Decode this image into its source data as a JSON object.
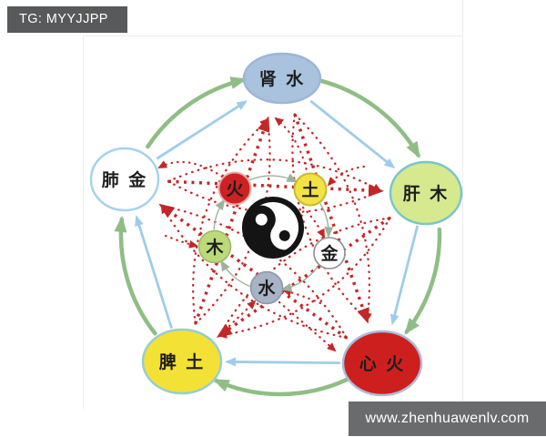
{
  "banners": {
    "tg_label": "TG: MYYJJPP",
    "site_label": "www.zhenhuawenlv.com"
  },
  "diagram": {
    "outer_nodes": [
      {
        "name": "kidney-water",
        "label": "肾 水",
        "fill": "#a9c2de",
        "stroke": "#9cb6d6"
      },
      {
        "name": "lung-metal",
        "label": "肺 金",
        "fill": "#ffffff",
        "stroke": "#a5d3ea"
      },
      {
        "name": "liver-wood",
        "label": "肝 木",
        "fill": "#d6e98e",
        "stroke": "#79c5cc"
      },
      {
        "name": "spleen-earth",
        "label": "脾 土",
        "fill": "#f4e135",
        "stroke": "#95ced2"
      },
      {
        "name": "heart-fire",
        "label": "心 火",
        "fill": "#ce1f1f",
        "stroke": "#a9bdd8"
      }
    ],
    "inner_nodes": [
      {
        "name": "fire",
        "label": "火",
        "fill": "#ce2121",
        "stroke": "#e8a8a8"
      },
      {
        "name": "earth",
        "label": "土",
        "fill": "#f2e243",
        "stroke": "#c9b832"
      },
      {
        "name": "metal",
        "label": "金",
        "fill": "#ffffff",
        "stroke": "#8f8f8f"
      },
      {
        "name": "water",
        "label": "水",
        "fill": "#a9b3c6",
        "stroke": "#8b97ae"
      },
      {
        "name": "wood",
        "label": "木",
        "fill": "#bcda7a",
        "stroke": "#9cb868"
      }
    ],
    "line_colors": {
      "generation": "#8fbe85",
      "adjacency": "#9fcde9",
      "overcoming": "#c32727",
      "inner_ring": "#9db29d"
    },
    "taiji": {
      "ring": "#141414",
      "light": "#ffffff"
    }
  }
}
